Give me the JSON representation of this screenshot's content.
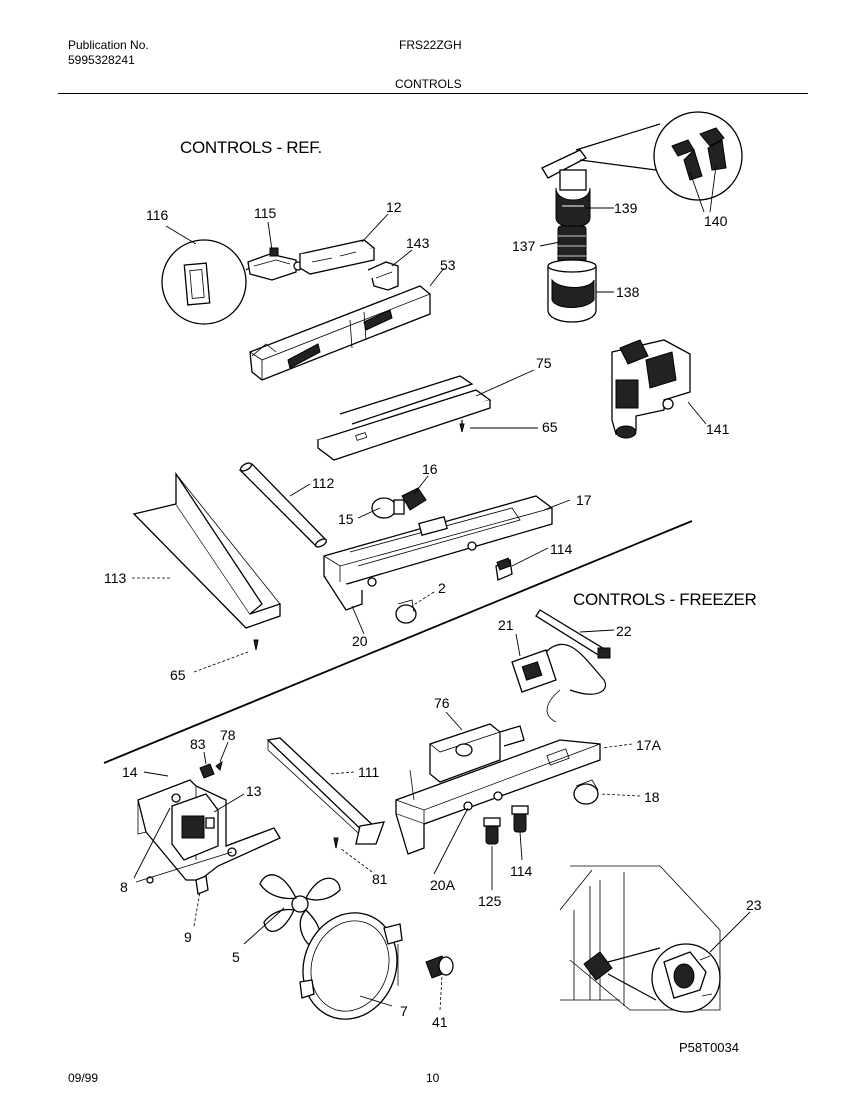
{
  "header": {
    "publication_label": "Publication No.",
    "publication_number": "5995328241",
    "model": "FRS22ZGH",
    "section": "CONTROLS"
  },
  "sections": {
    "ref": "CONTROLS - REF.",
    "freezer": "CONTROLS - FREEZER"
  },
  "callouts": {
    "c116": "116",
    "c115": "115",
    "c12": "12",
    "c143": "143",
    "c53": "53",
    "c139": "139",
    "c140": "140",
    "c137": "137",
    "c138": "138",
    "c141": "141",
    "c75": "75",
    "c65a": "65",
    "c16": "16",
    "c112": "112",
    "c15": "15",
    "c17": "17",
    "c114a": "114",
    "c113": "113",
    "c2": "2",
    "c20": "20",
    "c65b": "65",
    "c21": "21",
    "c22": "22",
    "c76": "76",
    "c17a": "17A",
    "c18": "18",
    "c83": "83",
    "c78": "78",
    "c14": "14",
    "c13": "13",
    "c111": "111",
    "c8": "8",
    "c81": "81",
    "c20a": "20A",
    "c125": "125",
    "c114b": "114",
    "c9": "9",
    "c5": "5",
    "c23": "23",
    "c7": "7",
    "c41": "41"
  },
  "footer": {
    "date": "09/99",
    "page": "10",
    "drawing_code": "P58T0034"
  }
}
